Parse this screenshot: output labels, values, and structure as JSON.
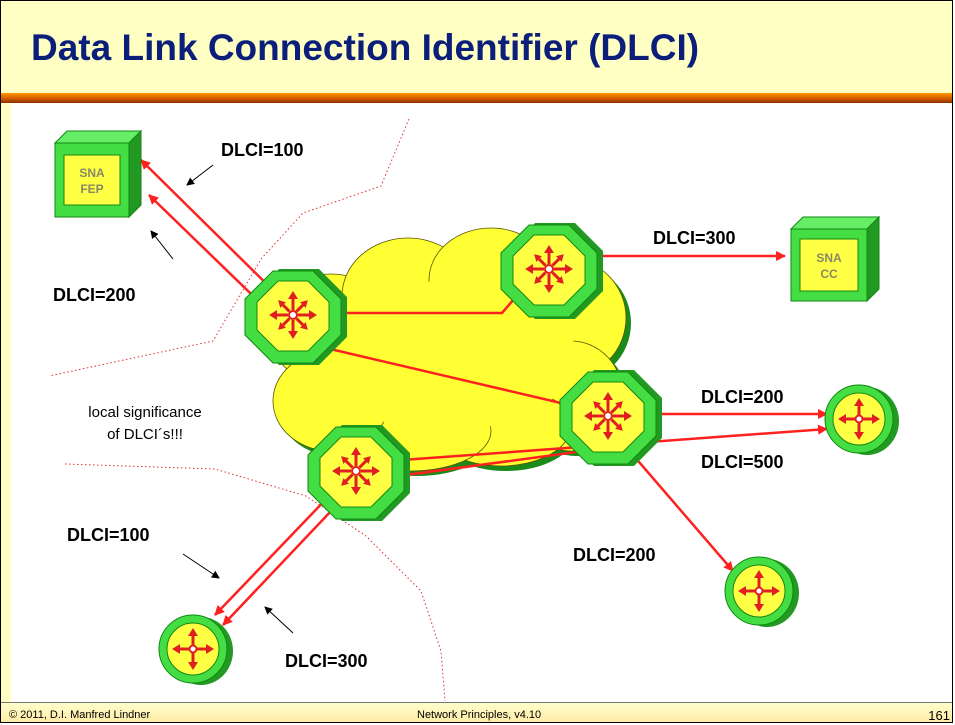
{
  "slide": {
    "title": "Data Link Connection Identifier (DLCI)",
    "footer_left": "© 2011, D.I. Manfred Lindner",
    "footer_center": "Network Principles, v4.10",
    "page_number": "161"
  },
  "devices": {
    "fep": {
      "line1": "SNA",
      "line2": "FEP"
    },
    "cc": {
      "line1": "SNA",
      "line2": "CC"
    }
  },
  "labels": {
    "dlci_a": "DLCI=100",
    "dlci_b": "DLCI=200",
    "dlci_c": "DLCI=300",
    "dlci_d": "DLCI=200",
    "dlci_e": "DLCI=500",
    "dlci_f": "DLCI=200",
    "dlci_g": "DLCI=100",
    "dlci_h": "DLCI=300",
    "note_line1": "local significance",
    "note_line2": "of DLCI´s!!!"
  },
  "colors": {
    "title": "#0a1e7a",
    "header_bg": "#ffffc4",
    "accent_bar": "#e07000",
    "cloud": "#ffff33",
    "switch_green": "#33cc33",
    "arrow_red": "#ff2020"
  }
}
